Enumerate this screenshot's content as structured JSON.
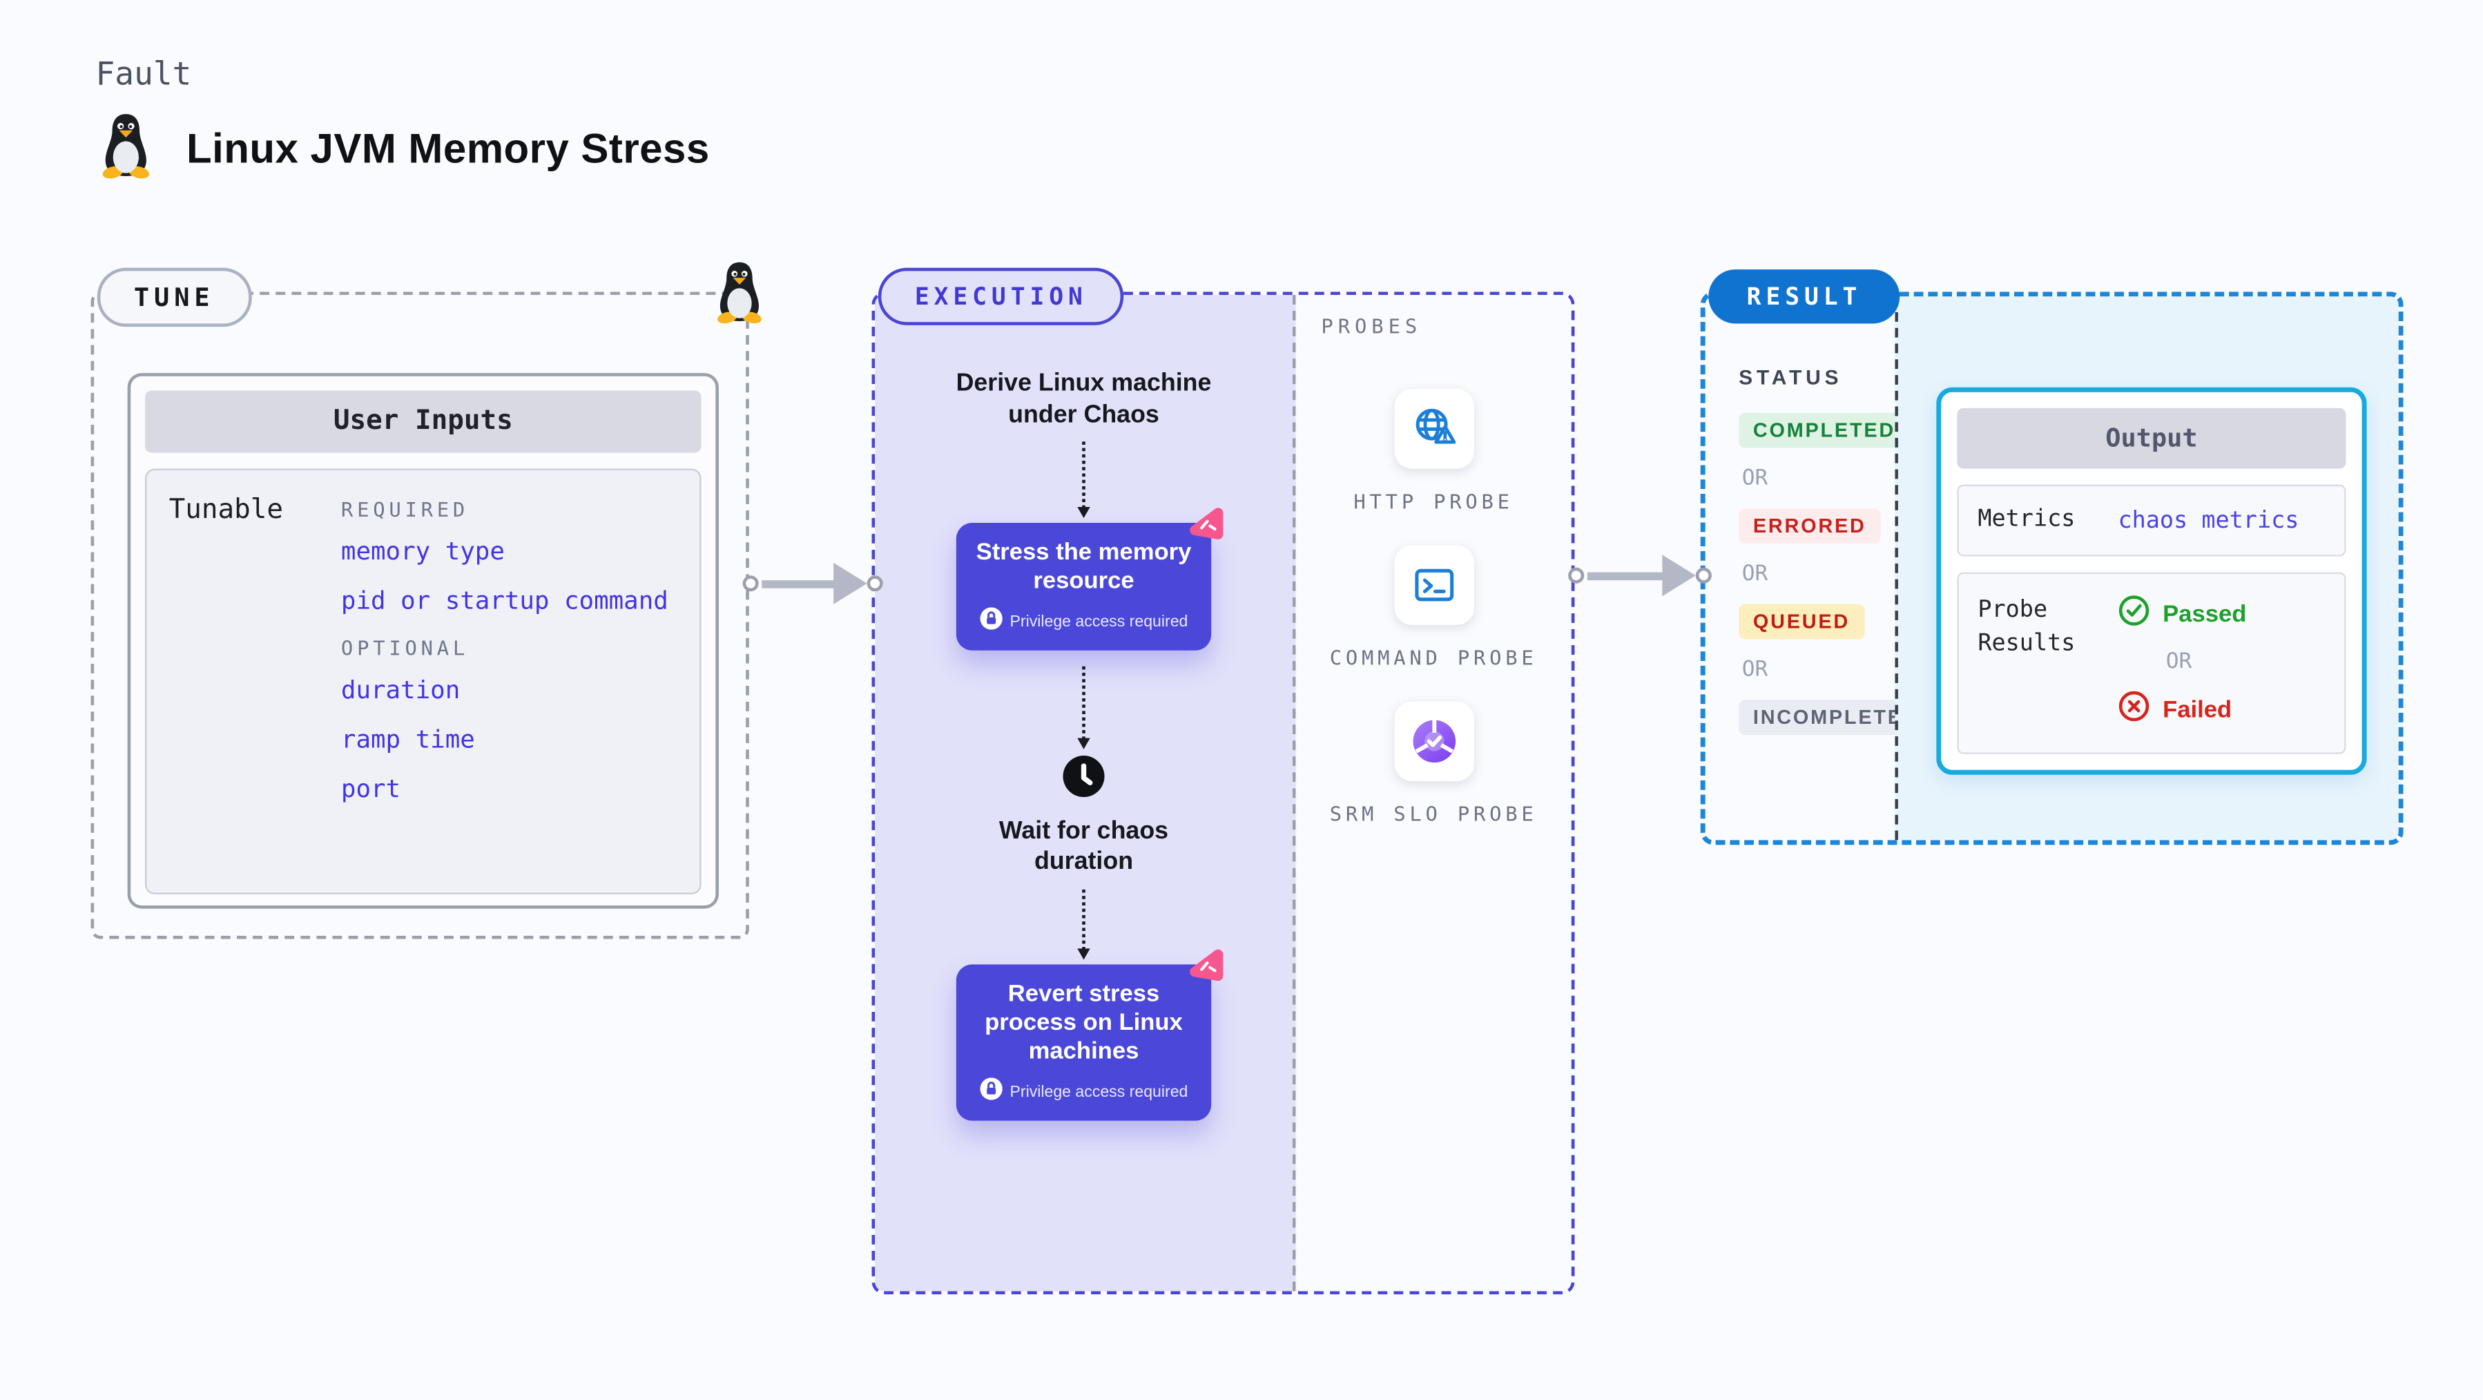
{
  "page": {
    "kicker": "Fault",
    "title": "Linux JVM Memory Stress"
  },
  "tune": {
    "label": "TUNE",
    "card_title": "User Inputs",
    "row_label": "Tunable",
    "required_label": "REQUIRED",
    "required_items": [
      "memory type",
      "pid or startup command"
    ],
    "optional_label": "OPTIONAL",
    "optional_items": [
      "duration",
      "ramp time",
      "port"
    ]
  },
  "execution": {
    "label": "EXECUTION",
    "step_derive": "Derive Linux machine under Chaos",
    "step_stress": "Stress the memory resource",
    "step_wait": "Wait for chaos duration",
    "step_revert": "Revert stress process on Linux machines",
    "privilege_note": "Privilege access required"
  },
  "probes": {
    "label": "PROBES",
    "items": [
      {
        "name": "HTTP PROBE",
        "icon": "globe-alert-icon"
      },
      {
        "name": "COMMAND PROBE",
        "icon": "terminal-icon"
      },
      {
        "name": "SRM SLO PROBE",
        "icon": "slo-pie-icon"
      }
    ]
  },
  "result": {
    "label": "RESULT",
    "status_label": "STATUS",
    "or_label": "OR",
    "statuses": [
      {
        "text": "COMPLETED",
        "fg": "#15823b",
        "bg": "#dff3e4"
      },
      {
        "text": "ERRORED",
        "fg": "#c7211d",
        "bg": "#fcecec"
      },
      {
        "text": "QUEUED",
        "fg": "#be1d12",
        "bg": "#fdeebe"
      },
      {
        "text": "INCOMPLETED",
        "fg": "#5d6473",
        "bg": "#eaecf3"
      }
    ],
    "output": {
      "title": "Output",
      "metrics_label": "Metrics",
      "metrics_value": "chaos metrics",
      "probe_results_label": "Probe Results",
      "passed": "Passed",
      "failed": "Failed"
    }
  },
  "colors": {
    "page_bg": "#fafbfe",
    "accent_indigo": "#4b48d9",
    "execution_fill": "#e2e1fa",
    "result_blue": "#1173d0",
    "result_dash": "#1d86d9",
    "output_border": "#17aade",
    "output_fill": "#e8f4fc",
    "link_blue": "#4334e4",
    "probe_icon_blue": "#1b7fd8",
    "chaos_pink": "#f7578f",
    "arrow_gray": "#b4b7c5",
    "passed_green": "#1ea12b",
    "failed_red": "#d8241d"
  }
}
